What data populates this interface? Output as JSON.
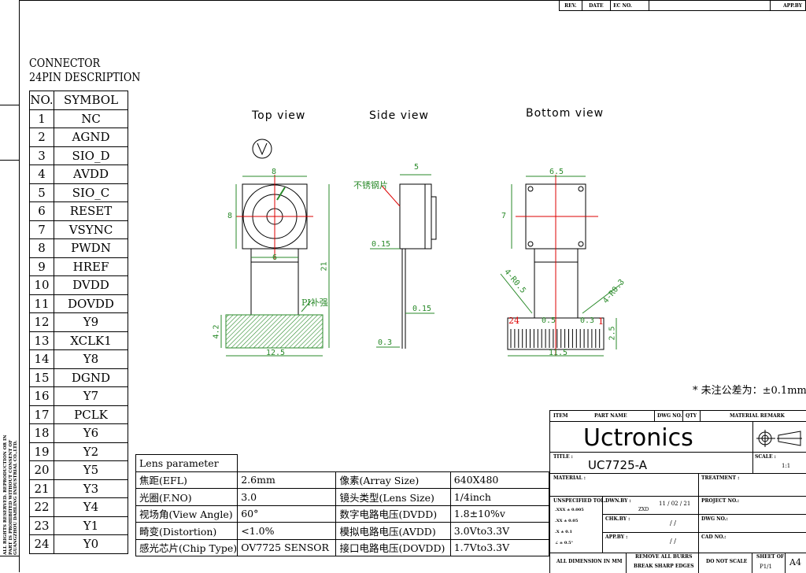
{
  "revision_header": {
    "rev": "REV.",
    "date": "DATE",
    "ec_no": "EC NO.",
    "app_by": "APP.BY"
  },
  "connector": {
    "title_line1": "CONNECTOR",
    "title_line2": "24PIN DESCRIPTION",
    "col_no": "NO.",
    "col_symbol": "SYMBOL",
    "pins": [
      {
        "no": "1",
        "symbol": "NC"
      },
      {
        "no": "2",
        "symbol": "AGND"
      },
      {
        "no": "3",
        "symbol": "SIO_D"
      },
      {
        "no": "4",
        "symbol": "AVDD"
      },
      {
        "no": "5",
        "symbol": "SIO_C"
      },
      {
        "no": "6",
        "symbol": "RESET"
      },
      {
        "no": "7",
        "symbol": "VSYNC"
      },
      {
        "no": "8",
        "symbol": "PWDN"
      },
      {
        "no": "9",
        "symbol": "HREF"
      },
      {
        "no": "10",
        "symbol": "DVDD"
      },
      {
        "no": "11",
        "symbol": "DOVDD"
      },
      {
        "no": "12",
        "symbol": "Y9"
      },
      {
        "no": "13",
        "symbol": "XCLK1"
      },
      {
        "no": "14",
        "symbol": "Y8"
      },
      {
        "no": "15",
        "symbol": "DGND"
      },
      {
        "no": "16",
        "symbol": "Y7"
      },
      {
        "no": "17",
        "symbol": "PCLK"
      },
      {
        "no": "18",
        "symbol": "Y6"
      },
      {
        "no": "19",
        "symbol": "Y2"
      },
      {
        "no": "20",
        "symbol": "Y5"
      },
      {
        "no": "21",
        "symbol": "Y3"
      },
      {
        "no": "22",
        "symbol": "Y4"
      },
      {
        "no": "23",
        "symbol": "Y1"
      },
      {
        "no": "24",
        "symbol": "Y0"
      }
    ]
  },
  "views": {
    "top": "Top view",
    "side": "Side view",
    "bottom": "Bottom view"
  },
  "dims": {
    "top_width": "8",
    "top_height": "8",
    "top_inner": "6",
    "top_total": "21",
    "top_pad_h": "4.2",
    "top_pad_w": "12.5",
    "pi_label": "PI补强",
    "side_width": "5",
    "side_label": "不锈钢片",
    "side_015a": "0.15",
    "side_015b": "0.15",
    "side_03": "0.3",
    "bot_width": "6.5",
    "bot_height": "7",
    "bot_r1": "4-R0.5",
    "bot_r2": "4-R0.3",
    "bot_pin24": "24",
    "bot_05": "0.5",
    "bot_03": "0.3",
    "bot_pin1": "1",
    "bot_25": "2.5",
    "bot_115": "11.5"
  },
  "tolerance_note": "* 未注公差为：±0.1mm",
  "lens": {
    "title": "Lens parameter",
    "rows": [
      {
        "k1": "焦距(EFL)",
        "v1": "2.6mm",
        "k2": "像素(Array Size)",
        "v2": "640X480"
      },
      {
        "k1": "光圈(F.NO)",
        "v1": "3.0",
        "k2": "镜头类型(Lens Size)",
        "v2": "1/4inch"
      },
      {
        "k1": "视场角(View Angle)",
        "v1": "60°",
        "k2": "数字电路电压(DVDD)",
        "v2": "1.8±10%v"
      },
      {
        "k1": "畸变(Distortion)",
        "v1": "<1.0%",
        "k2": "模拟电路电压(AVDD)",
        "v2": "3.0Vto3.3V"
      },
      {
        "k1": "感光芯片(Chip Type)",
        "v1": "OV7725 SENSOR",
        "k2": "接口电路电压(DOVDD)",
        "v2": "1.7Vto3.3V"
      }
    ]
  },
  "title_block": {
    "item": "ITEM",
    "part_name": "PART NAME",
    "dwg_no": "DWG NO.",
    "qty": "QTY",
    "material_remark": "MATERIAL REMARK",
    "company": "Uctronics",
    "title_label": "TITLE :",
    "title": "UC7725-A",
    "scale_label": "SCALE :",
    "scale": "1:1",
    "material": "MATERIAL :",
    "treatment": "TREATMENT :",
    "unspecified": "UNSPECIFIED TOL.",
    "dwn_by": "DWN.BY :",
    "dwn_name": "ZXD",
    "dwn_date": "11 / 02 / 21",
    "project_no": "PROJECT NO.:",
    "chk_by": "CHK.BY :",
    "chk_date": "/ /",
    "dwg_no2": "DWG NO.:",
    "app_by": "APP.BY :",
    "app_date": "/ /",
    "cad_no": "CAD NO.:",
    "tol1": ".XXX ± 0.005",
    "tol2": ".XX ± 0.05",
    "tol3": ".X ± 0.1",
    "tol4": "∠ ± 0.5°",
    "all_dim": "ALL DIMENSION IN MM",
    "remove_burrs": "REMOVE ALL BURRS",
    "break_edges": "BREAK SHARP EDGES",
    "do_not_scale": "DO NOT SCALE",
    "sheet_of": "SHEET OF",
    "sheet": "P1/1",
    "size": "A4"
  },
  "copyright": "ALL RIGHTS RESERVED. REPRODUCTION OR IN PART IS PROHIBITED WITHOUT CONSENT OF GUANGZHOU DAHLING INDUSTRIAL CO.,LTD."
}
